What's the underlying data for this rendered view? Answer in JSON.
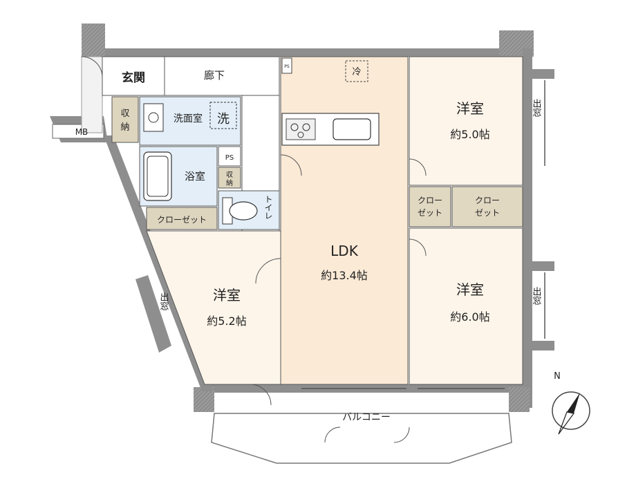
{
  "floorplan": {
    "rooms": {
      "genkan": "玄関",
      "rouka": "廊下",
      "shuno1_a": "収",
      "shuno1_b": "納",
      "senmenjo": "洗面室",
      "sentaku": "洗",
      "yokushitsu": "浴室",
      "ps1": "PS",
      "ps2": "PS",
      "shuno2_a": "収",
      "shuno2_b": "納",
      "toilet": "トイレ",
      "closet_long": "クローゼット",
      "ldk": "LDK",
      "ldk_size": "約13.4帖",
      "reizoko": "冷",
      "west_room": "洋室",
      "west_size": "約5.2帖",
      "ne_room": "洋室",
      "ne_size": "約5.0帖",
      "se_room": "洋室",
      "se_size": "約6.0帖",
      "closet_a_1": "クロー",
      "closet_a_2": "ゼット",
      "closet_b_1": "クロー",
      "closet_b_2": "ゼット",
      "balcony": "バルコニー",
      "mb": "MB",
      "demado_left": "出窓",
      "demado_right_top": "出窓",
      "demado_right_bottom": "出窓"
    },
    "compass_label": "N",
    "colors": {
      "wall": "#8e8e8e",
      "ldk_fill": "#fbead6",
      "room_fill": "#fdf5ea",
      "wet_fill": "#e3eef8",
      "storage_fill": "#ded5bf",
      "closet_fill": "#e1d8c2"
    }
  }
}
